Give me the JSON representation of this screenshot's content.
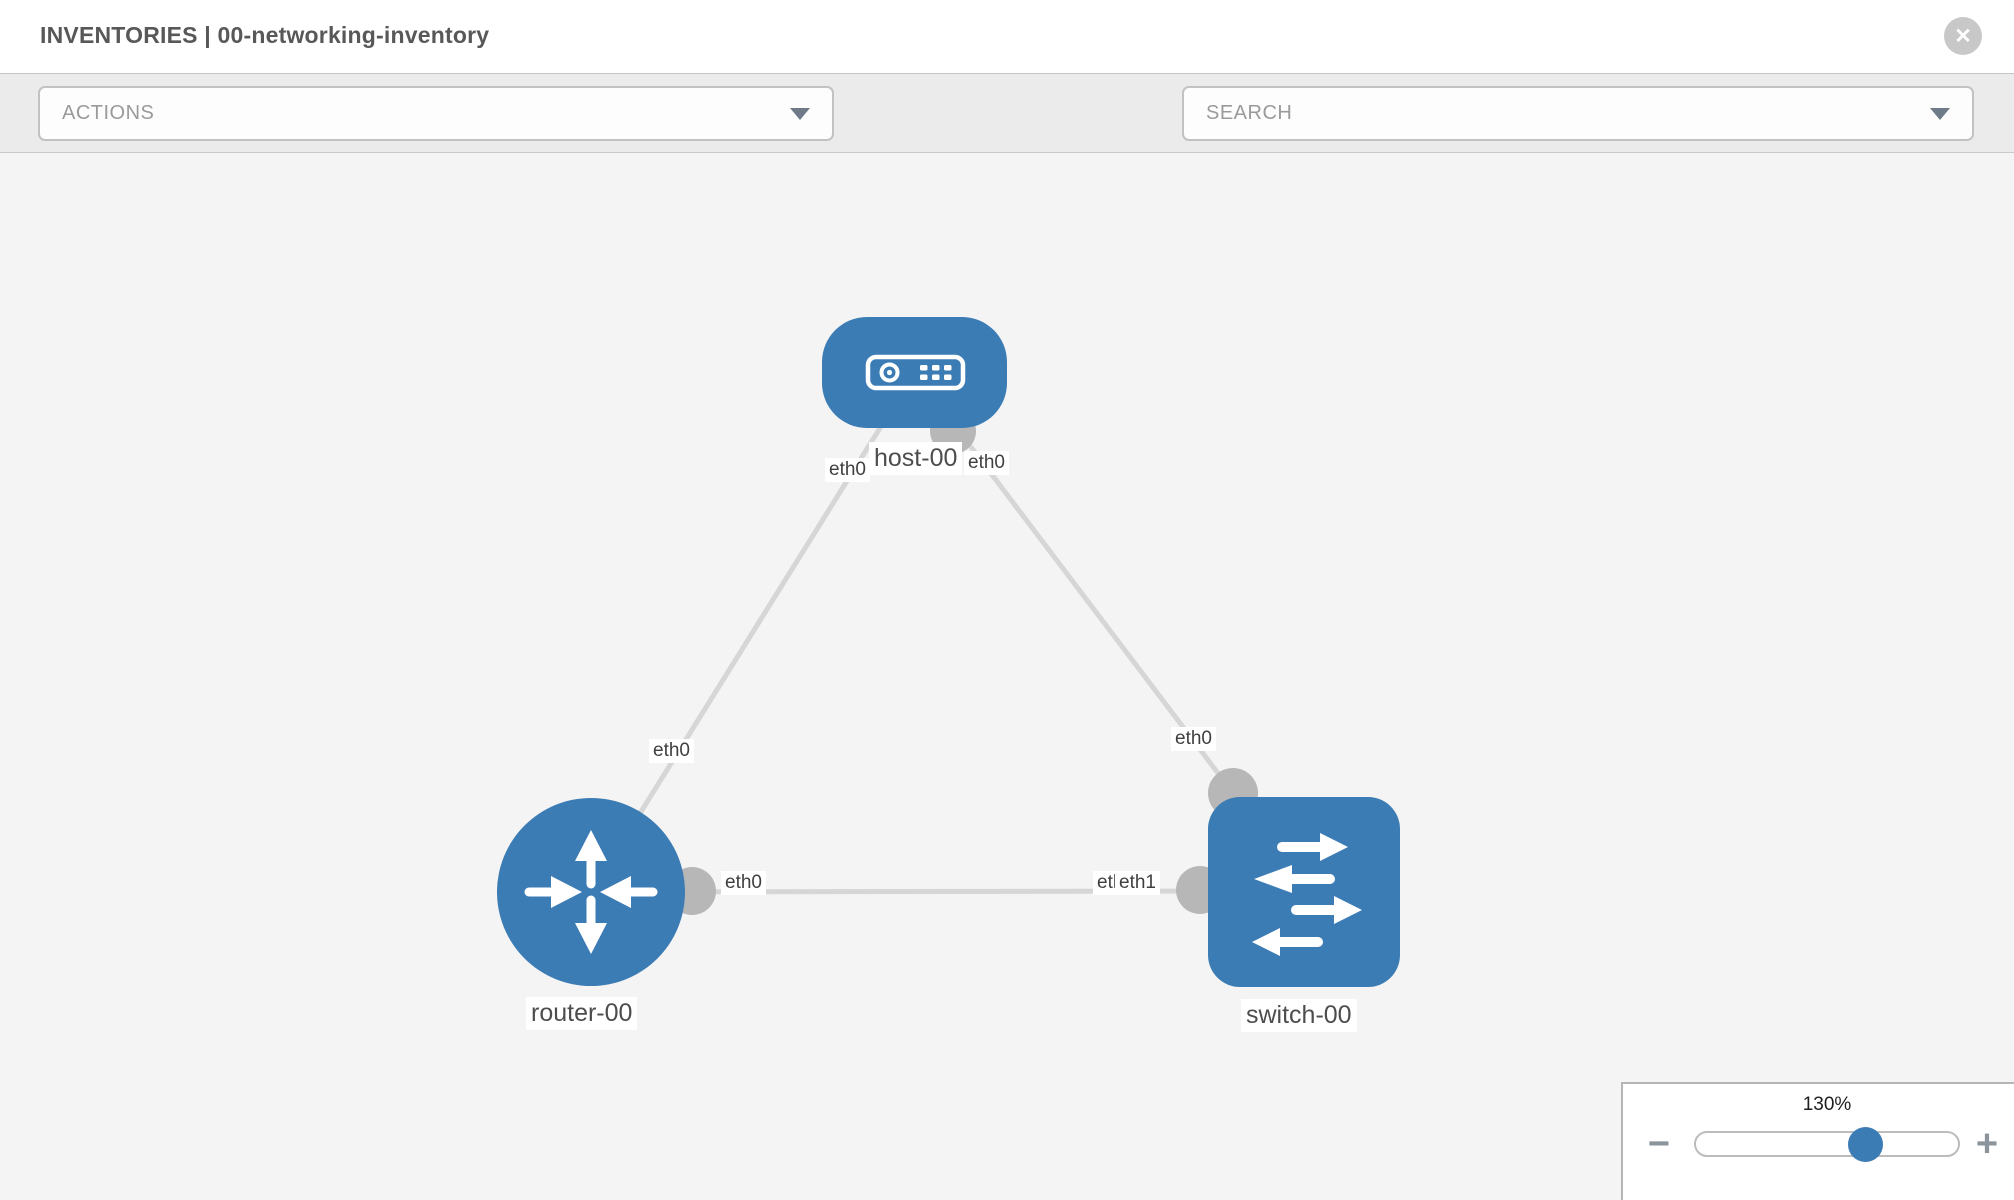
{
  "header": {
    "title": "INVENTORIES | 00-networking-inventory",
    "close_glyph": "✕"
  },
  "toolbar": {
    "actions_label": "ACTIONS",
    "search_placeholder": "SEARCH",
    "icons": [
      "wrench-icon",
      "key-icon"
    ]
  },
  "colors": {
    "node_blue": "#3c7cb5",
    "link_gray": "#d6d6d6",
    "port_gray": "#b7b7b7",
    "canvas_bg": "#f4f4f4"
  },
  "topology": {
    "nodes": [
      {
        "id": "host-00",
        "type": "host",
        "label": "host-00"
      },
      {
        "id": "router-00",
        "type": "router",
        "label": "router-00"
      },
      {
        "id": "switch-00",
        "type": "switch",
        "label": "switch-00"
      }
    ],
    "links": [
      {
        "from": "host-00",
        "to": "router-00",
        "from_interface": "eth0",
        "to_interface": "eth0"
      },
      {
        "from": "host-00",
        "to": "switch-00",
        "from_interface": "eth0",
        "to_interface": "eth0"
      },
      {
        "from": "router-00",
        "to": "switch-00",
        "from_interface": "eth0",
        "to_interface": "eth1"
      }
    ],
    "interface_labels": {
      "host_left": "eth0",
      "host_right": "eth0",
      "link1_mid": "eth0",
      "link2_mid": "eth0",
      "router_right": "eth0",
      "switch_left_back": "eth0",
      "switch_left_front": "eth1"
    }
  },
  "zoom_control": {
    "level": "130%",
    "minus_glyph": "−",
    "plus_glyph": "+"
  }
}
